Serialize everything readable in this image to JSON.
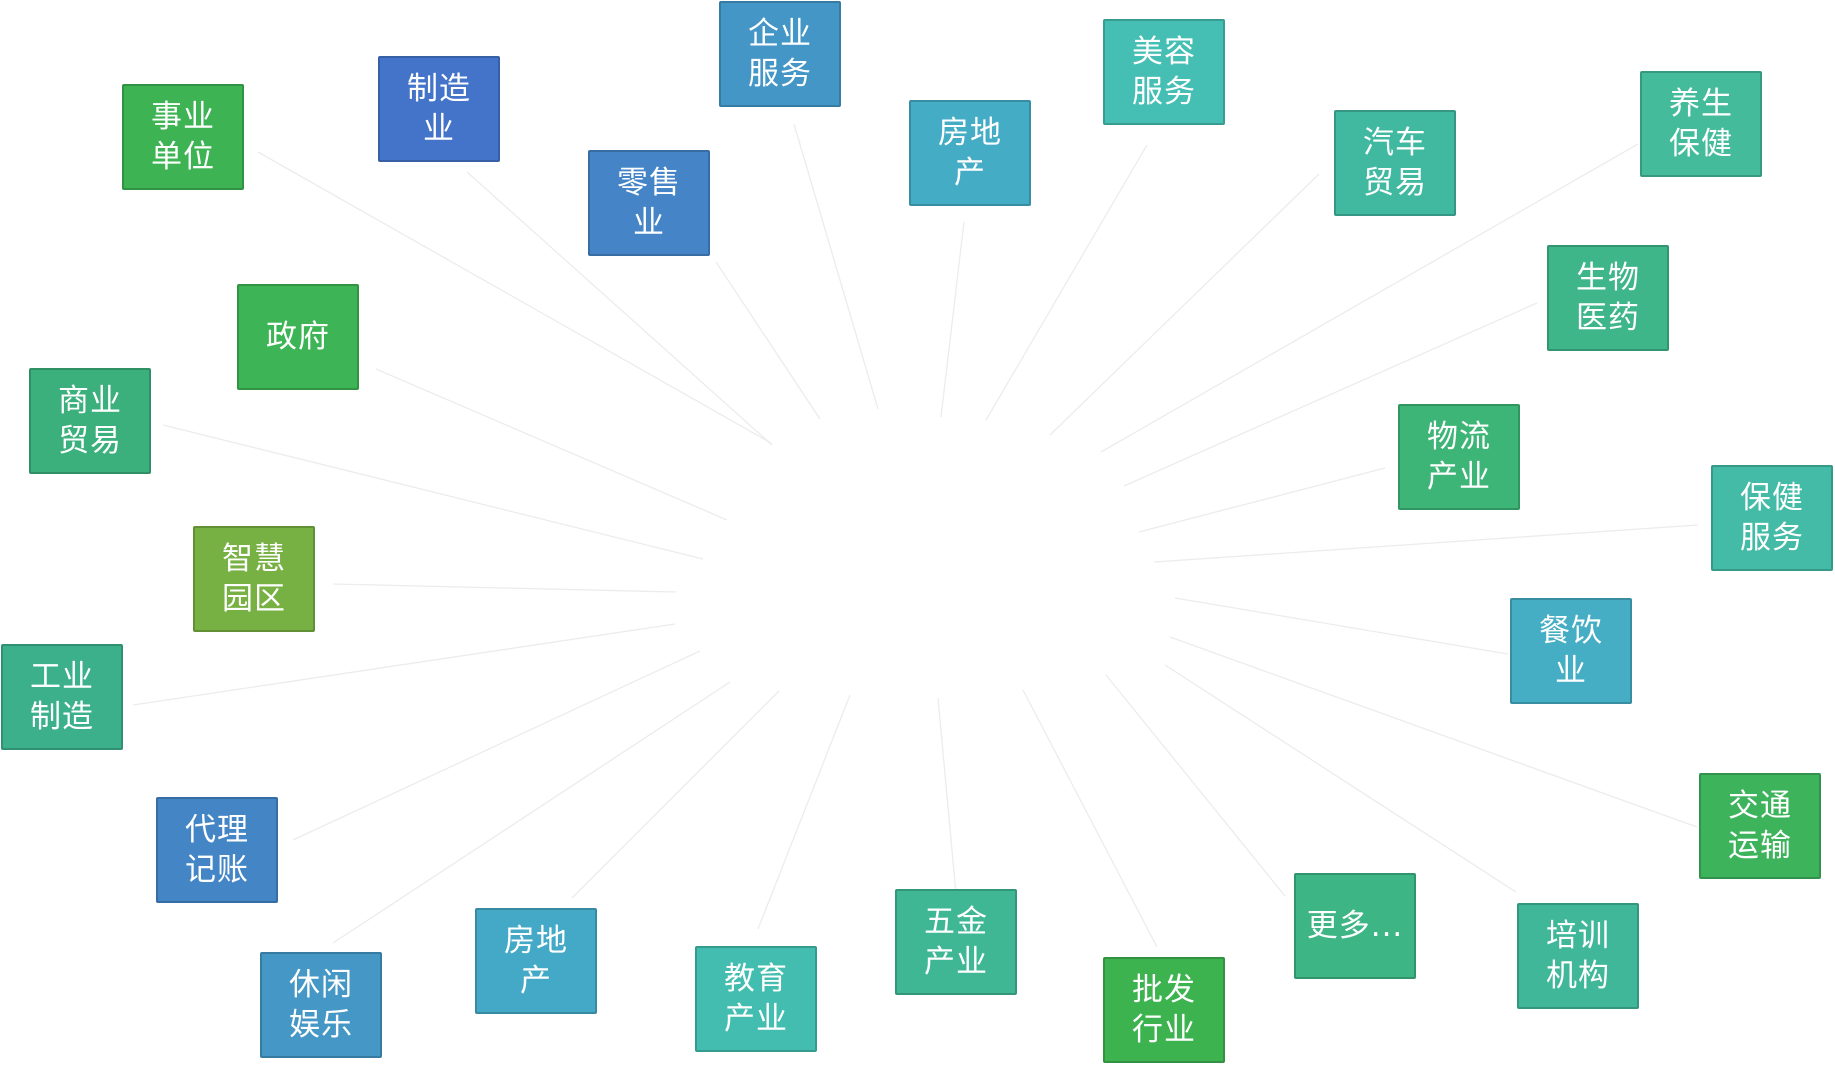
{
  "diagram": {
    "tiles": [
      {
        "id": "shiye",
        "label": "事业\n单位",
        "color": "#3db354"
      },
      {
        "id": "zhizao",
        "label": "制造\n业",
        "color": "#4374c9"
      },
      {
        "id": "qiye",
        "label": "企业\n服务",
        "color": "#4396c6"
      },
      {
        "id": "lingshou",
        "label": "零售\n业",
        "color": "#4585c7"
      },
      {
        "id": "fangdichan-top",
        "label": "房地\n产",
        "color": "#45acc6"
      },
      {
        "id": "meirong",
        "label": "美容\n服务",
        "color": "#45bfb4"
      },
      {
        "id": "qiche",
        "label": "汽车\n贸易",
        "color": "#41b9a0"
      },
      {
        "id": "yangsheng",
        "label": "养生\n保健",
        "color": "#44bb9b"
      },
      {
        "id": "shengwu",
        "label": "生物\n医药",
        "color": "#3fb58a"
      },
      {
        "id": "zhengfu",
        "label": "政府",
        "color": "#3db455"
      },
      {
        "id": "shangye",
        "label": "商业\n贸易",
        "color": "#3bb07c"
      },
      {
        "id": "wuliu",
        "label": "物流\n产业",
        "color": "#3db576"
      },
      {
        "id": "baojian",
        "label": "保健\n服务",
        "color": "#43bba6"
      },
      {
        "id": "zhihui",
        "label": "智慧\n园区",
        "color": "#77b043"
      },
      {
        "id": "canyin",
        "label": "餐饮\n业",
        "color": "#45aec4"
      },
      {
        "id": "gongye",
        "label": "工业\n制造",
        "color": "#3cb08a"
      },
      {
        "id": "jiaotong",
        "label": "交通\n运输",
        "color": "#3db35c"
      },
      {
        "id": "daili",
        "label": "代理\n记账",
        "color": "#4485c6"
      },
      {
        "id": "gengduo",
        "label": "更多...",
        "color": "#3db585"
      },
      {
        "id": "peixun",
        "label": "培训\n机构",
        "color": "#41b79a"
      },
      {
        "id": "wujin",
        "label": "五金\n产业",
        "color": "#3fb794"
      },
      {
        "id": "fangdichan-bottom",
        "label": "房地\n产",
        "color": "#44a9c6"
      },
      {
        "id": "jiaoyu",
        "label": "教育\n产业",
        "color": "#43bdaf"
      },
      {
        "id": "xiuxian",
        "label": "休闲\n娱乐",
        "color": "#4597c6"
      },
      {
        "id": "pifa",
        "label": "批发\n行业",
        "color": "#3db350"
      }
    ]
  }
}
